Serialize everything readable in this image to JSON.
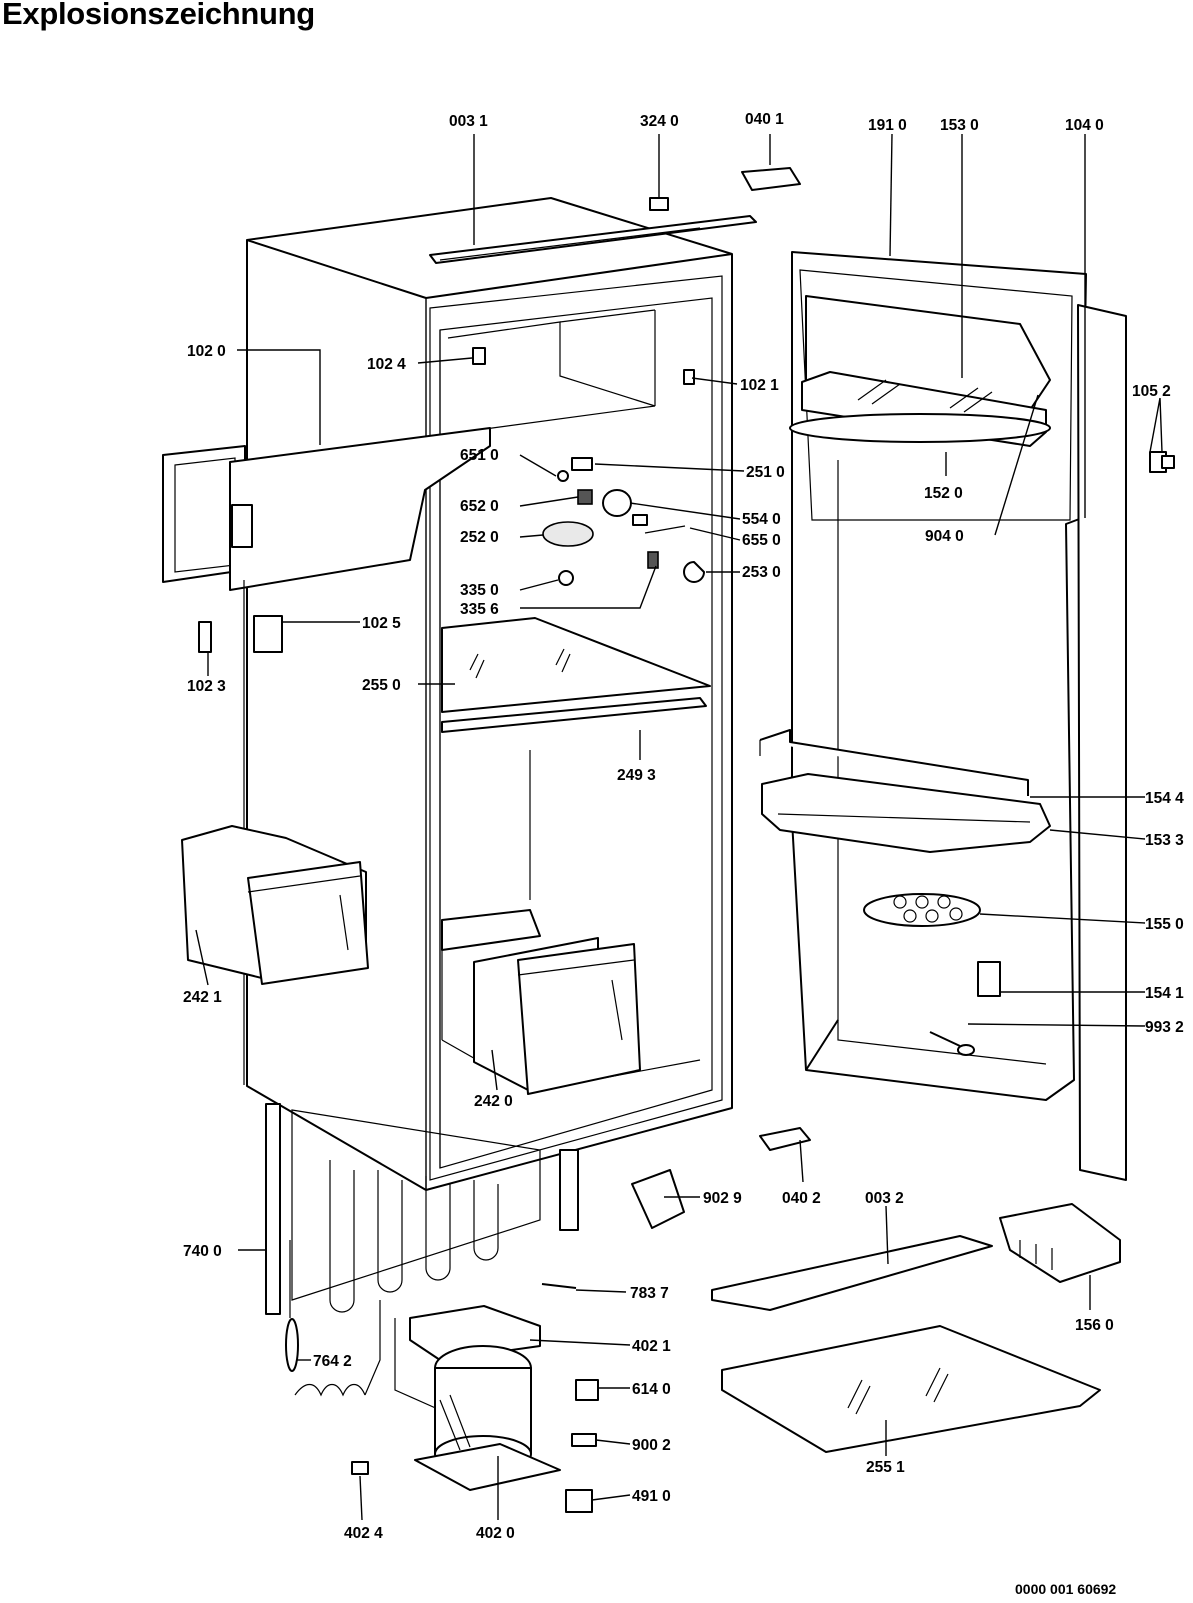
{
  "title": "Explosionszeichnung",
  "document_number": "0000 001 60692",
  "parts": {
    "p0031": "003 1",
    "p3240": "324 0",
    "p0401": "040 1",
    "p1910": "191 0",
    "p1530": "153 0",
    "p1040": "104 0",
    "p1020": "102 0",
    "p1024": "102 4",
    "p1021": "102 1",
    "p1052": "105 2",
    "p2510": "251 0",
    "p6510": "651 0",
    "p6520": "652 0",
    "p5540": "554 0",
    "p1520": "152 0",
    "p2520": "252 0",
    "p6550": "655 0",
    "p9040": "904 0",
    "p2530": "253 0",
    "p3350": "335 0",
    "p3356": "335 6",
    "p1025": "102 5",
    "p1023": "102 3",
    "p2550": "255 0",
    "p2493": "249 3",
    "p1544": "154 4",
    "p1533": "153 3",
    "p1550": "155 0",
    "p2421": "242 1",
    "p1541": "154 1",
    "p9932": "993 2",
    "p2420": "242 0",
    "p9029": "902 9",
    "p0402": "040 2",
    "p0032": "003 2",
    "p7400": "740 0",
    "p7837": "783 7",
    "p1560": "156 0",
    "p4021": "402 1",
    "p7642": "764 2",
    "p6140": "614 0",
    "p9002": "900 2",
    "p2551": "255 1",
    "p4910": "491 0",
    "p4024": "402 4",
    "p4020": "402 0"
  }
}
